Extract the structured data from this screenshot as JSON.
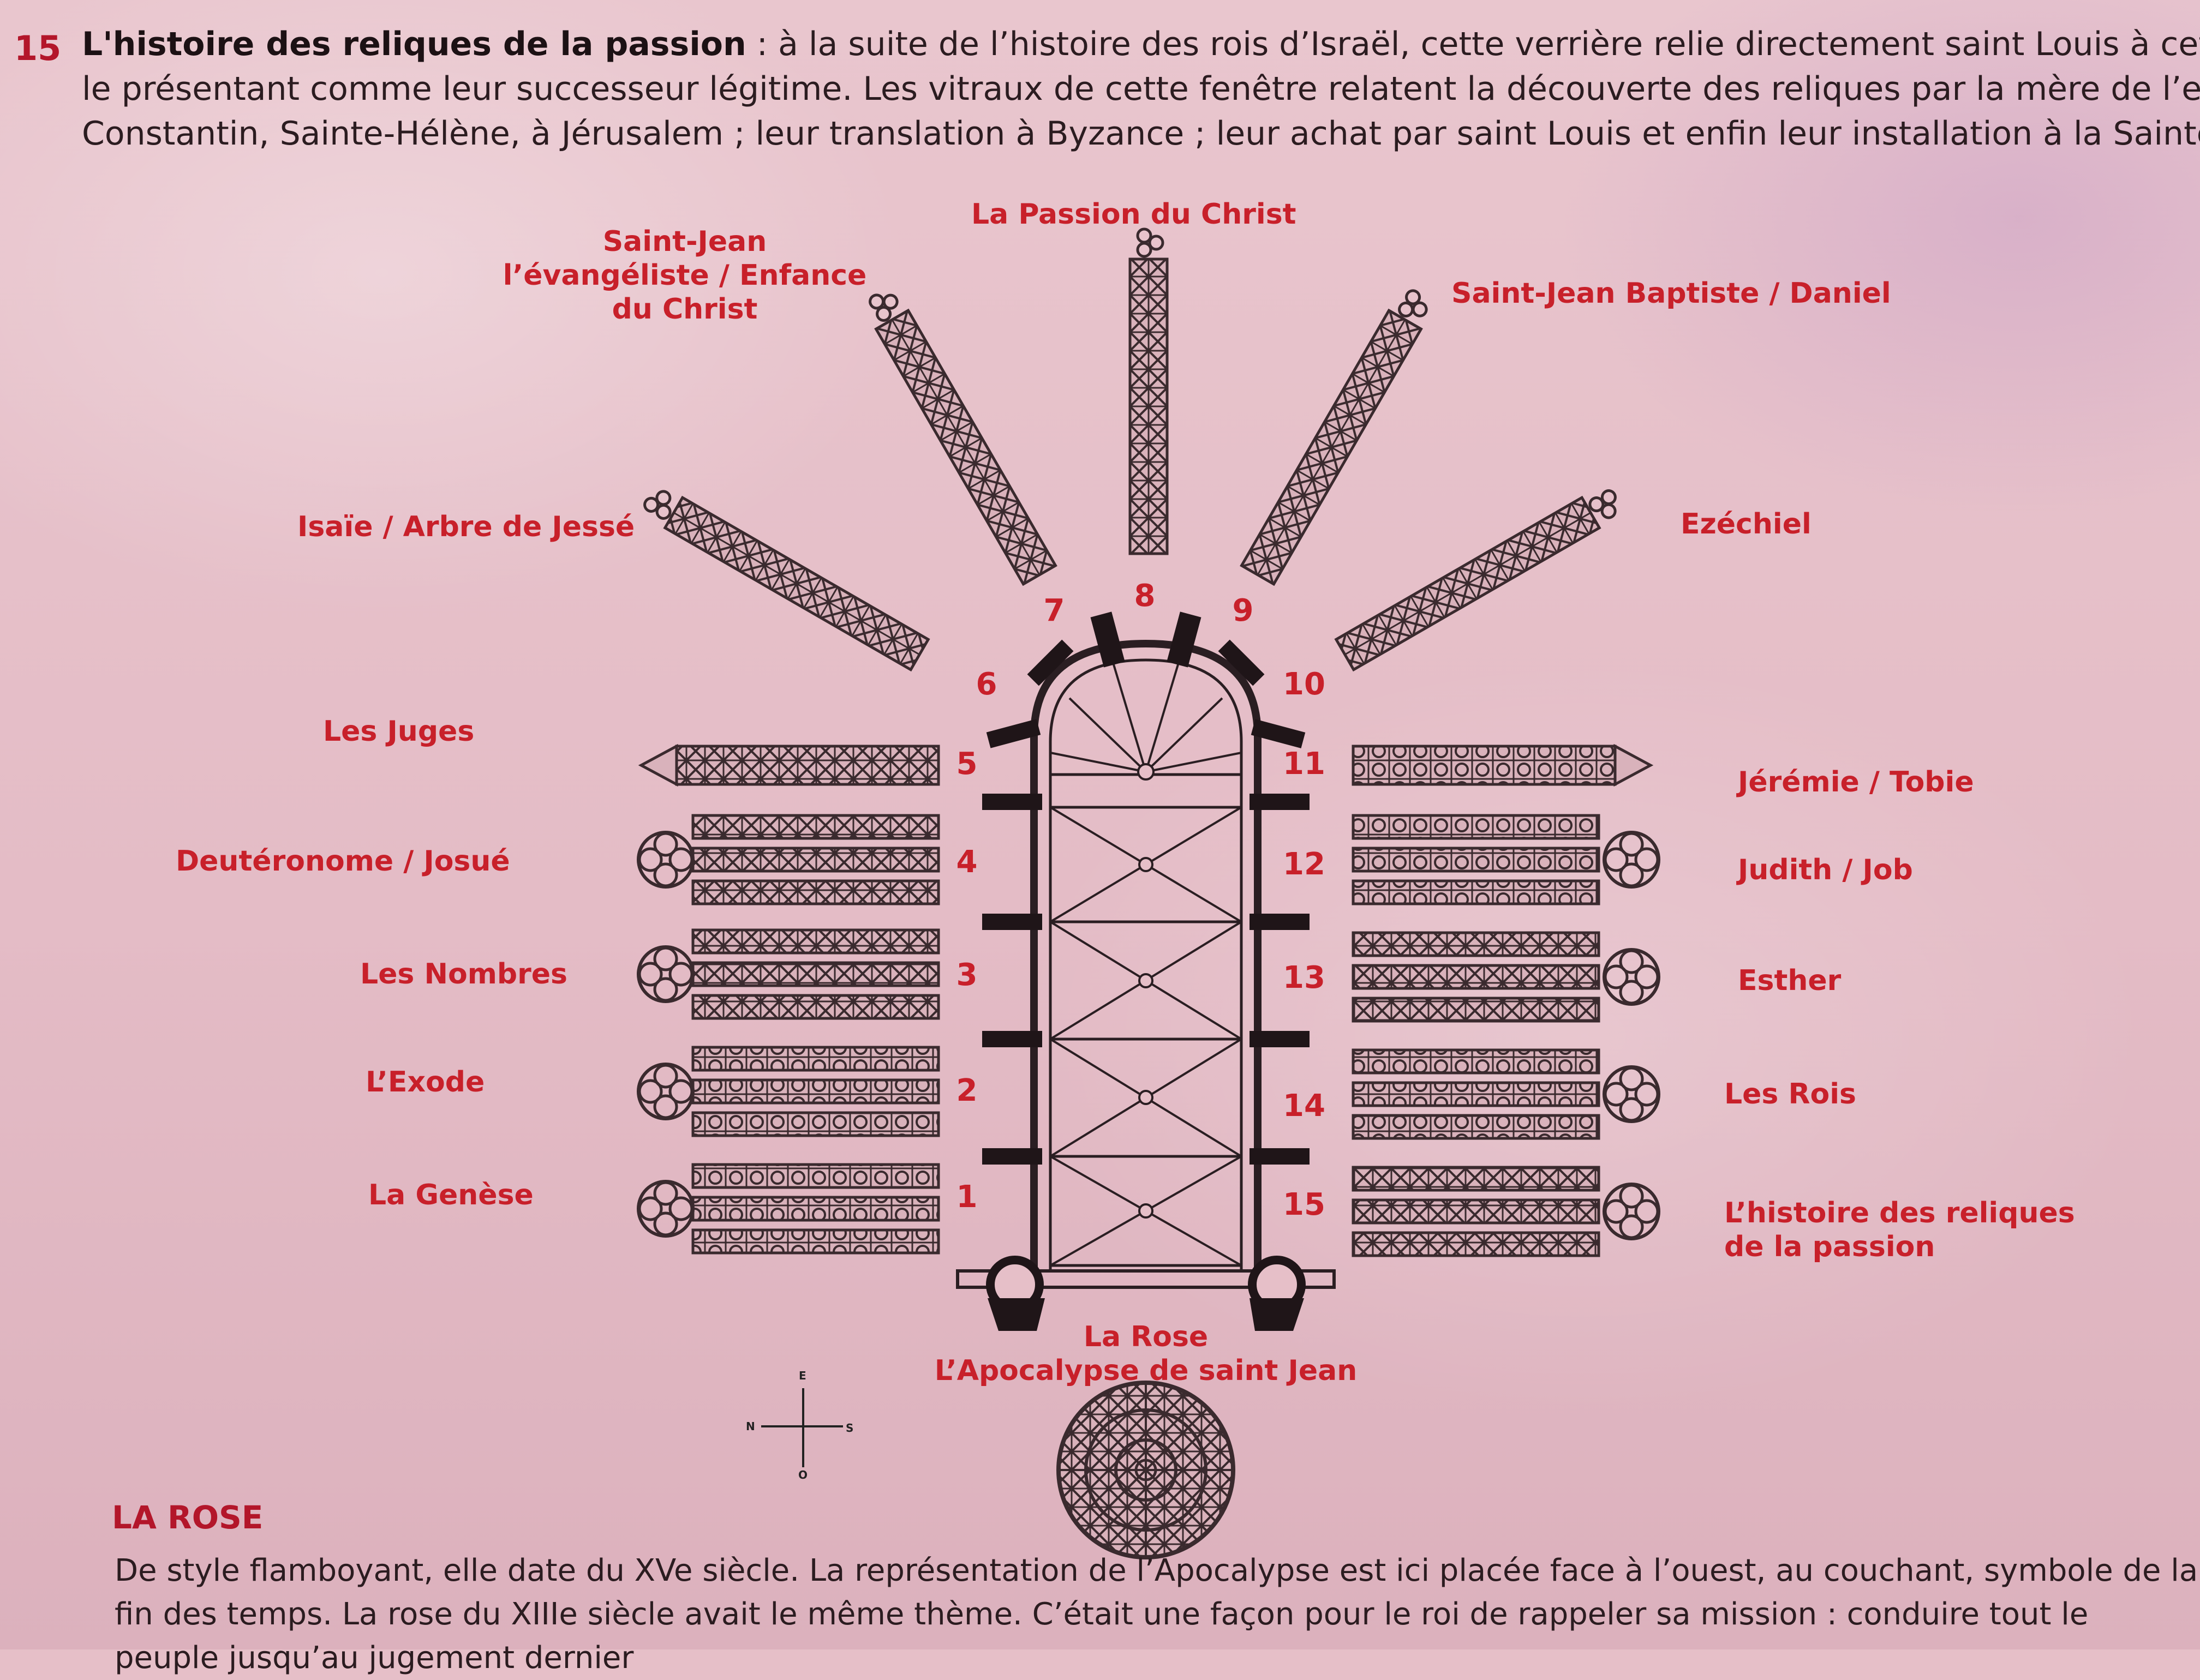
{
  "header": {
    "number": "15",
    "title": "L'histoire des reliques de la passion",
    "lines": [
      " : à la suite de l’histoire des rois d’Israël, cette verrière relie directement saint Louis à cette lignée",
      "le présentant comme leur successeur légitime. Les vitraux de cette fenêtre relatent la découverte des reliques par la mère de l’empereur",
      "Constantin, Sainte-Hélène, à Jérusalem ; leur translation à Byzance ; leur achat par saint Louis et enfin leur installation à la Sainte-Chapelle"
    ]
  },
  "windows": [
    {
      "number": "1",
      "label": "La Genèse"
    },
    {
      "number": "2",
      "label": "L’Exode"
    },
    {
      "number": "3",
      "label": "Les Nombres"
    },
    {
      "number": "4",
      "label": "Deutéronome / Josué"
    },
    {
      "number": "5",
      "label": "Les Juges"
    },
    {
      "number": "6",
      "label": "Isaïe / Arbre de Jessé"
    },
    {
      "number": "7",
      "label_lines": [
        "Saint-Jean",
        "l’évangéliste / Enfance",
        "du Christ"
      ]
    },
    {
      "number": "8",
      "label": "La Passion du Christ"
    },
    {
      "number": "9",
      "label": "Saint-Jean Baptiste / Daniel"
    },
    {
      "number": "10",
      "label": "Ezéchiel"
    },
    {
      "number": "11",
      "label": "Jérémie / Tobie"
    },
    {
      "number": "12",
      "label": "Judith / Job"
    },
    {
      "number": "13",
      "label": "Esther"
    },
    {
      "number": "14",
      "label": "Les Rois"
    },
    {
      "number": "15",
      "label_lines": [
        "L’histoire des reliques",
        "de la passion"
      ]
    }
  ],
  "rose": {
    "label_lines": [
      "La Rose",
      "L’Apocalypse  de  saint Jean"
    ],
    "section_title": "LA ROSE",
    "text_lines": [
      "De style flamboyant, elle date du XVe siècle. La représentation de l’Apocalypse est ici placée face à l’ouest, au couchant, symbole de la",
      "fin des temps. La rose du XIIIe siècle avait le même thème. C’était une façon pour le roi de rappeler sa mission : conduire tout le",
      "peuple jusqu’au jugement dernier"
    ]
  },
  "compass": {
    "north": "N",
    "east": "E",
    "south": "S",
    "west": "O"
  },
  "colors": {
    "label_red": "#c8202a",
    "ink": "#2b1c20",
    "window_fill": "#4a3a3e",
    "panel_bg": "#e6bfc8"
  }
}
